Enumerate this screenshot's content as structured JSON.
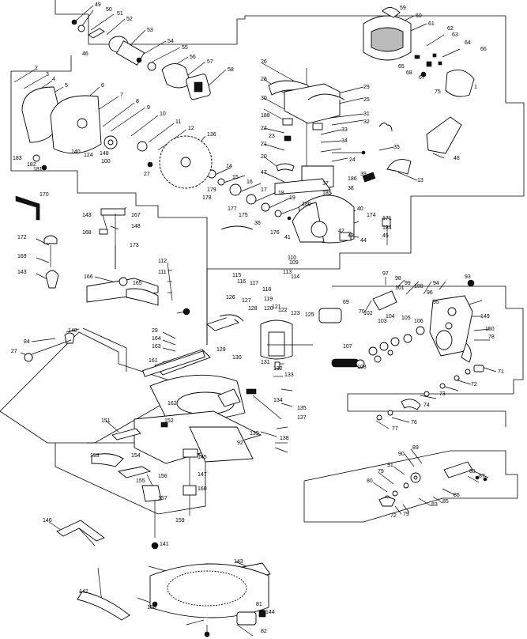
{
  "diagram": {
    "type": "exploded-parts-diagram",
    "labels": [
      "49",
      "50",
      "51",
      "52",
      "53",
      "54",
      "55",
      "56",
      "57",
      "58",
      "46",
      "59",
      "60",
      "61",
      "62",
      "63",
      "64",
      "66",
      "67",
      "68",
      "65",
      "75",
      "1",
      "2",
      "3",
      "4",
      "5",
      "6",
      "7",
      "8",
      "9",
      "10",
      "11",
      "12",
      "136",
      "140",
      "148",
      "124",
      "100",
      "183",
      "182",
      "181",
      "27",
      "26",
      "28",
      "29",
      "25",
      "30",
      "31",
      "32",
      "33",
      "34",
      "35",
      "24",
      "188",
      "23",
      "22",
      "21",
      "20",
      "47",
      "48",
      "13",
      "14",
      "15",
      "16",
      "17",
      "18",
      "19",
      "180",
      "179",
      "178",
      "177",
      "175",
      "176",
      "36",
      "37",
      "185",
      "186",
      "38",
      "39",
      "40",
      "174",
      "41",
      "42",
      "43",
      "44",
      "45",
      "184",
      "171",
      "170",
      "143",
      "168",
      "167",
      "148",
      "173",
      "172",
      "169",
      "143",
      "166",
      "165",
      "112",
      "111",
      "110",
      "109",
      "113",
      "114",
      "115",
      "116",
      "117",
      "118",
      "119",
      "120",
      "121",
      "122",
      "123",
      "125",
      "126",
      "127",
      "128",
      "129",
      "130",
      "131",
      "132",
      "133",
      "134",
      "135",
      "137",
      "138",
      "139",
      "92",
      "93",
      "94",
      "95",
      "96",
      "97",
      "98",
      "99",
      "100",
      "101",
      "102",
      "103",
      "104",
      "105",
      "106",
      "107",
      "108",
      "69",
      "70",
      "71",
      "72",
      "73",
      "74",
      "76",
      "77",
      "78",
      "150",
      "149",
      "148",
      "84",
      "27",
      "29",
      "164",
      "163",
      "161",
      "162",
      "151",
      "152",
      "153",
      "154",
      "155",
      "156",
      "157",
      "158",
      "159",
      "160",
      "147",
      "145",
      "146",
      "141",
      "142",
      "143",
      "144",
      "81",
      "82",
      "83",
      "85",
      "86",
      "87",
      "88",
      "89",
      "90",
      "91",
      "79",
      "80",
      "72",
      "79"
    ]
  }
}
